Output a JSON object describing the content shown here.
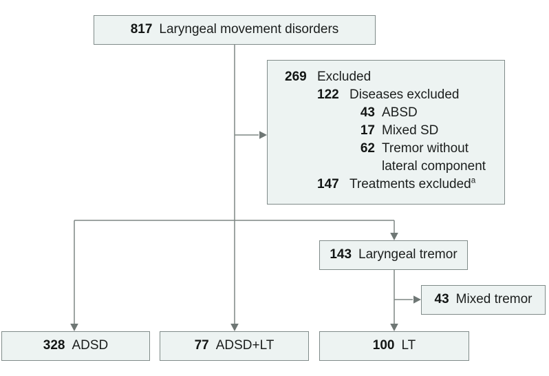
{
  "figure": {
    "type": "patient-flow-diagram",
    "background_color": "#ffffff",
    "box_fill_color": "#edf3f2",
    "box_border_color": "#7f8a88",
    "connector_color": "#7d8583",
    "text_color": "#1b1e1d"
  },
  "boxes": {
    "top": {
      "count": "817",
      "label": "Laryngeal movement disorders"
    },
    "excluded": {
      "lines": [
        {
          "count": "269",
          "label": "Excluded",
          "level": 0
        },
        {
          "count": "122",
          "label": "Diseases excluded",
          "level": 1
        },
        {
          "count": "43",
          "label": "ABSD",
          "level": 2
        },
        {
          "count": "17",
          "label": "Mixed SD",
          "level": 2
        },
        {
          "count": "62",
          "label": "Tremor without lateral component",
          "level": 2
        },
        {
          "count": "147",
          "label": "Treatments excluded",
          "sup": "a",
          "level": 1
        }
      ]
    },
    "laryngeal_tremor": {
      "count": "143",
      "label": "Laryngeal tremor"
    },
    "mixed_tremor": {
      "count": "43",
      "label": "Mixed tremor"
    },
    "adsd": {
      "count": "328",
      "label": "ADSD"
    },
    "adsd_lt": {
      "count": "77",
      "label": "ADSD+LT"
    },
    "lt": {
      "count": "100",
      "label": "LT"
    }
  }
}
